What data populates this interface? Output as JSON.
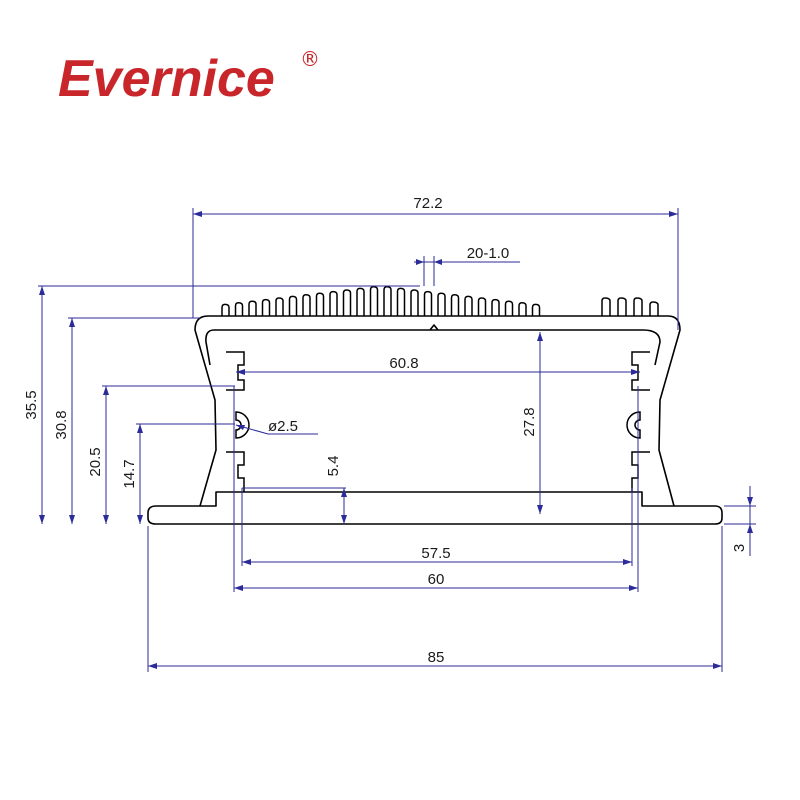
{
  "brand": {
    "name": "Evernice",
    "registered_mark": "®",
    "color": "#c8262b"
  },
  "drawing": {
    "profile_color": "#000000",
    "dimension_color": "#2b2b9a"
  },
  "dimensions": {
    "overall_width_top": "72.2",
    "fin_spec": "20-1.0",
    "inner_slot_width": "60.8",
    "overall_height": "35.5",
    "body_height": "30.8",
    "slot_height": "20.5",
    "hole_height": "14.7",
    "hole_diameter": "ø2.5",
    "inner_height": "27.8",
    "step_height": "5.4",
    "inner_bottom_width": "57.5",
    "inner_slot_spacing": "60",
    "base_width": "85",
    "base_thickness": "3"
  }
}
